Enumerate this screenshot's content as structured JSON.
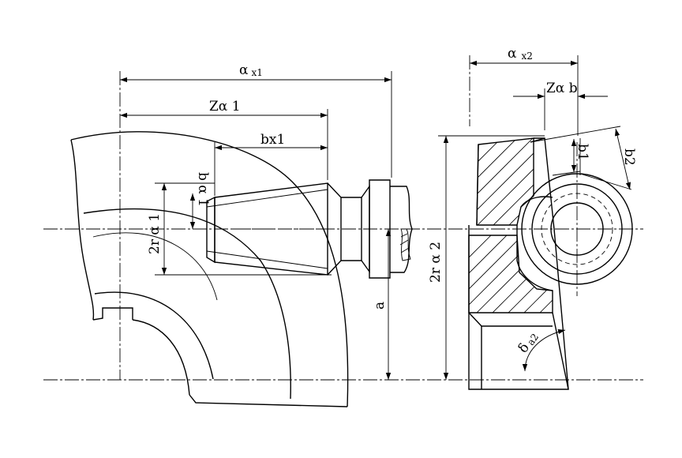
{
  "labels": {
    "ax1": "α",
    "ax1_sub": "x1",
    "za1": "Zα 1",
    "bx1": "bx1",
    "ra1": "2r α 1",
    "ba1": "b α 1",
    "a": "a",
    "ra2": "2r α 2",
    "ax2": "α",
    "ax2_sub": "x2",
    "zab": "Zα b",
    "b1": "b1",
    "b2": "b2",
    "da2": "δ",
    "da2_sub": "a2"
  }
}
